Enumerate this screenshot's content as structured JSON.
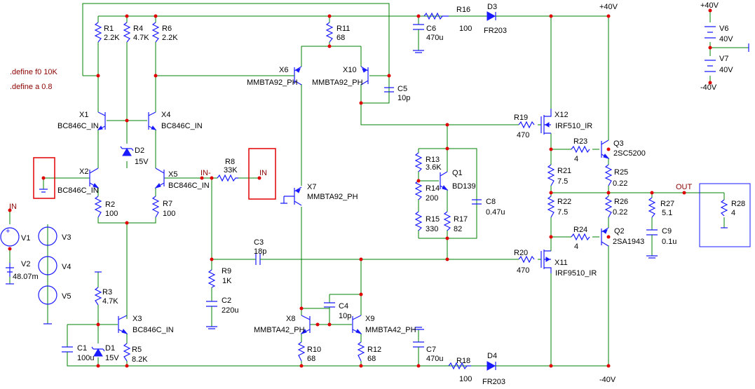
{
  "directives": [
    ".define f0 10K",
    ".define a 0.8"
  ],
  "nets": {
    "pos40_top": "+40V",
    "pos40_src": "+40V",
    "neg40_src": "-40V",
    "neg40_bot": "-40V",
    "out": "OUT",
    "in_src": "IN",
    "in_port": "IN",
    "in_minus": "IN-"
  },
  "components": [
    {
      "ref": "R1",
      "value": "2.2K"
    },
    {
      "ref": "R4",
      "value": "4.7K"
    },
    {
      "ref": "R6",
      "value": "2.2K"
    },
    {
      "ref": "R11",
      "value": "68"
    },
    {
      "ref": "C6",
      "value": "470u"
    },
    {
      "ref": "R16",
      "value": "100"
    },
    {
      "ref": "D3",
      "value": "FR203"
    },
    {
      "ref": "X6",
      "value": "MMBTA92_PH"
    },
    {
      "ref": "X10",
      "value": "MMBTA92_PH"
    },
    {
      "ref": "C5",
      "value": "10p"
    },
    {
      "ref": "X1",
      "value": "BC846C_IN"
    },
    {
      "ref": "X4",
      "value": "BC846C_IN"
    },
    {
      "ref": "D2",
      "value": "15V"
    },
    {
      "ref": "X12",
      "value": "IRF510_IR"
    },
    {
      "ref": "R19",
      "value": "470"
    },
    {
      "ref": "R23",
      "value": "4"
    },
    {
      "ref": "Q3",
      "value": "2SC5200"
    },
    {
      "ref": "X2",
      "value": "BC846C_IN"
    },
    {
      "ref": "X5",
      "value": "BC846C_IN"
    },
    {
      "ref": "R8",
      "value": "33K"
    },
    {
      "ref": "X7",
      "value": "MMBTA92_PH"
    },
    {
      "ref": "R13",
      "value": "3.6K"
    },
    {
      "ref": "Q1",
      "value": "BD139"
    },
    {
      "ref": "R14",
      "value": "200"
    },
    {
      "ref": "R15",
      "value": "330"
    },
    {
      "ref": "R17",
      "value": "82"
    },
    {
      "ref": "C8",
      "value": "0.47u"
    },
    {
      "ref": "R21",
      "value": "7.5"
    },
    {
      "ref": "R25",
      "value": "0.22"
    },
    {
      "ref": "R22",
      "value": "7.5"
    },
    {
      "ref": "R26",
      "value": "0.22"
    },
    {
      "ref": "R27",
      "value": "5.1"
    },
    {
      "ref": "C9",
      "value": "0.1u"
    },
    {
      "ref": "R28",
      "value": "4"
    },
    {
      "ref": "R24",
      "value": "4"
    },
    {
      "ref": "Q2",
      "value": "2SA1943"
    },
    {
      "ref": "R2",
      "value": "100"
    },
    {
      "ref": "R7",
      "value": "100"
    },
    {
      "ref": "V1",
      "value": ""
    },
    {
      "ref": "V2",
      "value": "48.07m"
    },
    {
      "ref": "V3",
      "value": ""
    },
    {
      "ref": "V4",
      "value": ""
    },
    {
      "ref": "V5",
      "value": ""
    },
    {
      "ref": "C3",
      "value": "18p"
    },
    {
      "ref": "R9",
      "value": "1K"
    },
    {
      "ref": "C2",
      "value": "220u"
    },
    {
      "ref": "R20",
      "value": "470"
    },
    {
      "ref": "X11",
      "value": "IRF9510_IR"
    },
    {
      "ref": "R3",
      "value": "4.7K"
    },
    {
      "ref": "X3",
      "value": "BC846C_IN"
    },
    {
      "ref": "C4",
      "value": "10p"
    },
    {
      "ref": "X8",
      "value": "MMBTA42_PH"
    },
    {
      "ref": "X9",
      "value": "MMBTA42_PH"
    },
    {
      "ref": "C1",
      "value": "100u"
    },
    {
      "ref": "D1",
      "value": "15V"
    },
    {
      "ref": "R5",
      "value": "8.2K"
    },
    {
      "ref": "R10",
      "value": "68"
    },
    {
      "ref": "R12",
      "value": "68"
    },
    {
      "ref": "C7",
      "value": "470u"
    },
    {
      "ref": "R18",
      "value": "100"
    },
    {
      "ref": "D4",
      "value": "FR203"
    },
    {
      "ref": "V6",
      "value": "40V"
    },
    {
      "ref": "V7",
      "value": "40V"
    }
  ]
}
